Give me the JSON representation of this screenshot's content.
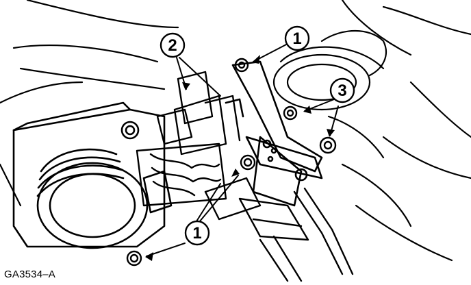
{
  "figure": {
    "id_label": "GA3534–A"
  },
  "callouts": [
    {
      "key": "c1_top",
      "number": "1"
    },
    {
      "key": "c2",
      "number": "2"
    },
    {
      "key": "c3",
      "number": "3"
    },
    {
      "key": "c1_bottom",
      "number": "1"
    }
  ]
}
